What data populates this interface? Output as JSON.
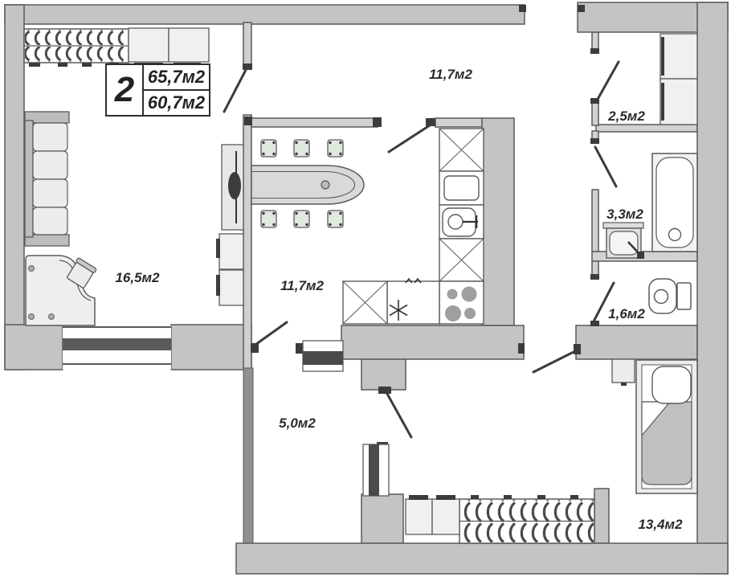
{
  "plan": {
    "legend": {
      "room_count": "2",
      "total_area": "65,7м2",
      "living_area": "60,7м2"
    },
    "rooms": [
      {
        "name": "living-room",
        "area_label": "16,5м2"
      },
      {
        "name": "dining-room",
        "area_label": "11,7м2"
      },
      {
        "name": "kitchen",
        "area_label": "11,7м2"
      },
      {
        "name": "hallway",
        "area_label": "5,0м2"
      },
      {
        "name": "closet",
        "area_label": "2,5м2"
      },
      {
        "name": "bathroom",
        "area_label": "3,3м2"
      },
      {
        "name": "toilet",
        "area_label": "1,6м2"
      },
      {
        "name": "bedroom",
        "area_label": "13,4м2"
      }
    ],
    "colors": {
      "wall": "#c4c4c4",
      "wall_outline": "#5a5a5a",
      "partition": "#d2d2d2",
      "dark_frame": "#3c3c3c",
      "furniture": "#ededed",
      "chair": "#e0e8e0",
      "table": "#d9d9d9",
      "blanket": "#c0c0c0",
      "burner": "#9f9f9f"
    }
  }
}
